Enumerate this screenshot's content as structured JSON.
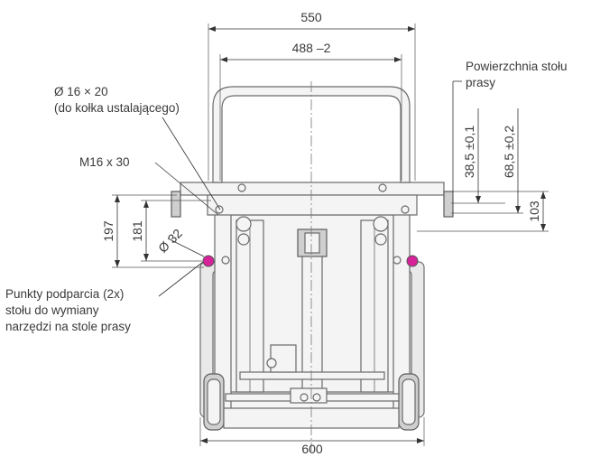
{
  "dimensions": {
    "width_550": "550",
    "width_488": "488 –2",
    "width_600": "600",
    "height_197": "197",
    "height_181": "181",
    "height_103": "103",
    "height_38": "38,5 ±0,1",
    "height_68": "68,5 ±0,2",
    "dia_32": "Ø 32"
  },
  "callouts": {
    "hole_line1": "Ø 16 × 20",
    "hole_line2": "(do kołka ustalającego)",
    "thread": "M16 x 30",
    "surface_line1": "Powierzchnia stołu",
    "surface_line2": "prasy",
    "support_line1": "Punkty podparcia (2x)",
    "support_line2": "stołu do wymiany",
    "support_line3": "narzędzi na stole prasy"
  },
  "colors": {
    "support_point": "#d6239a"
  }
}
